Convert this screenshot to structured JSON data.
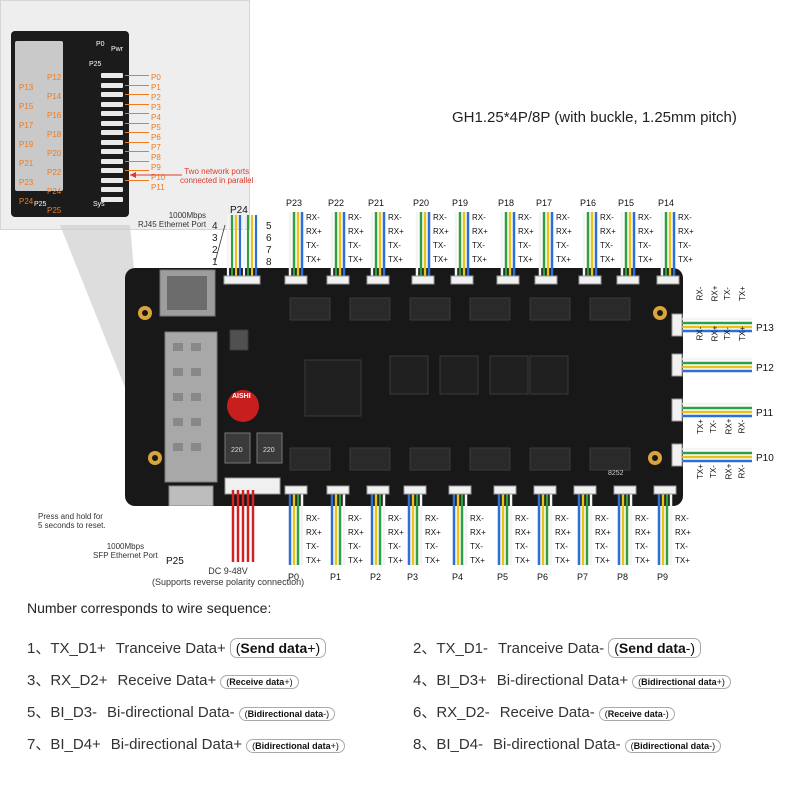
{
  "subtitle": "GH1.25*4P/8P (with buckle, 1.25mm pitch)",
  "inset": {
    "p0_label": "P0",
    "pwr_label": "Pwr",
    "p25_label": "P25",
    "p25_bottom_label": "P25",
    "sys_label": "Sys",
    "left_ports": [
      "P12",
      "P13",
      "P14",
      "P15",
      "P16",
      "P17",
      "P18",
      "P19",
      "P20",
      "P21",
      "P22",
      "P23",
      "P24",
      "P24",
      "P25"
    ],
    "right_ports": [
      "P0",
      "P1",
      "P2",
      "P3",
      "P4",
      "P5",
      "P6",
      "P7",
      "P8",
      "P9",
      "P10",
      "P11"
    ]
  },
  "notes": {
    "parallel": [
      "Two network ports",
      "connected in parallel"
    ],
    "p24": "P24",
    "rj45": [
      "1000Mbps",
      "RJ45 Ethernet Port"
    ],
    "reset": [
      "Press and hold for",
      "5 seconds to reset."
    ],
    "sfp": [
      "1000Mbps",
      "SFP Ethernet Port"
    ],
    "p25": "P25",
    "dc": [
      "DC 9-48V",
      "(Supports reverse polarity connection)"
    ]
  },
  "p24_pins_left": [
    "4",
    "3",
    "2",
    "1"
  ],
  "p24_pins_right": [
    "5",
    "6",
    "7",
    "8"
  ],
  "top_ports": [
    "P23",
    "P22",
    "P21",
    "P20",
    "P19",
    "P18",
    "P17",
    "P16",
    "P15",
    "P14"
  ],
  "bottom_ports": [
    "P0",
    "P1",
    "P2",
    "P3",
    "P4",
    "P5",
    "P6",
    "P7",
    "P8",
    "P9"
  ],
  "right_ports": [
    "P13",
    "P12",
    "P11",
    "P10"
  ],
  "signals_top": [
    "RX-",
    "RX+",
    "TX-",
    "TX+"
  ],
  "signals_right_upper": [
    "RX-",
    "RX+",
    "TX-",
    "TX+"
  ],
  "signals_right_lower": [
    "TX+",
    "TX-",
    "RX+",
    "RX-"
  ],
  "signals_bottom": [
    "RX-",
    "RX+",
    "TX-",
    "TX+"
  ],
  "board_text": {
    "chip": "AISHI",
    "inductor": "220",
    "code": "8252"
  },
  "legend_title": "Number corresponds to wire sequence:",
  "legend": [
    {
      "num": "1、TX_D1+",
      "desc": "Tranceive Data+",
      "paren_open": "(",
      "bold": "Send data",
      "sign": "+)",
      "small": false
    },
    {
      "num": "2、TX_D1-",
      "desc": "Tranceive Data-",
      "paren_open": "(",
      "bold": "Send data",
      "sign": "-)",
      "small": false
    },
    {
      "num": "3、RX_D2+",
      "desc": "Receive Data+",
      "paren_open": "(",
      "bold": "Receive data",
      "sign": "+)",
      "small": true
    },
    {
      "num": "4、BI_D3+",
      "desc": "Bi-directional Data+",
      "paren_open": "(",
      "bold": "Bidirectional data",
      "sign": "+)",
      "small": true
    },
    {
      "num": "5、BI_D3-",
      "desc": "Bi-directional Data-",
      "paren_open": "(",
      "bold": "Bidirectional data",
      "sign": "-)",
      "small": true
    },
    {
      "num": "6、RX_D2-",
      "desc": "Receive Data-",
      "paren_open": "(",
      "bold": "Receive data",
      "sign": "-)",
      "small": true
    },
    {
      "num": "7、BI_D4+",
      "desc": "Bi-directional Data+",
      "paren_open": "(",
      "bold": "Bidirectional data",
      "sign": "+)",
      "small": true
    },
    {
      "num": "8、BI_D4-",
      "desc": "Bi-directional Data-",
      "paren_open": "(",
      "bold": "Bidirectional data",
      "sign": "-)",
      "small": true
    }
  ],
  "colors": {
    "board": "#181818",
    "accent_orange": "#f07a1e",
    "wire_blue": "#2d6fd6",
    "wire_yellow": "#e8c31e",
    "wire_green": "#2f9e44",
    "wire_white": "#f4f4f4",
    "wire_red": "#d32222"
  }
}
